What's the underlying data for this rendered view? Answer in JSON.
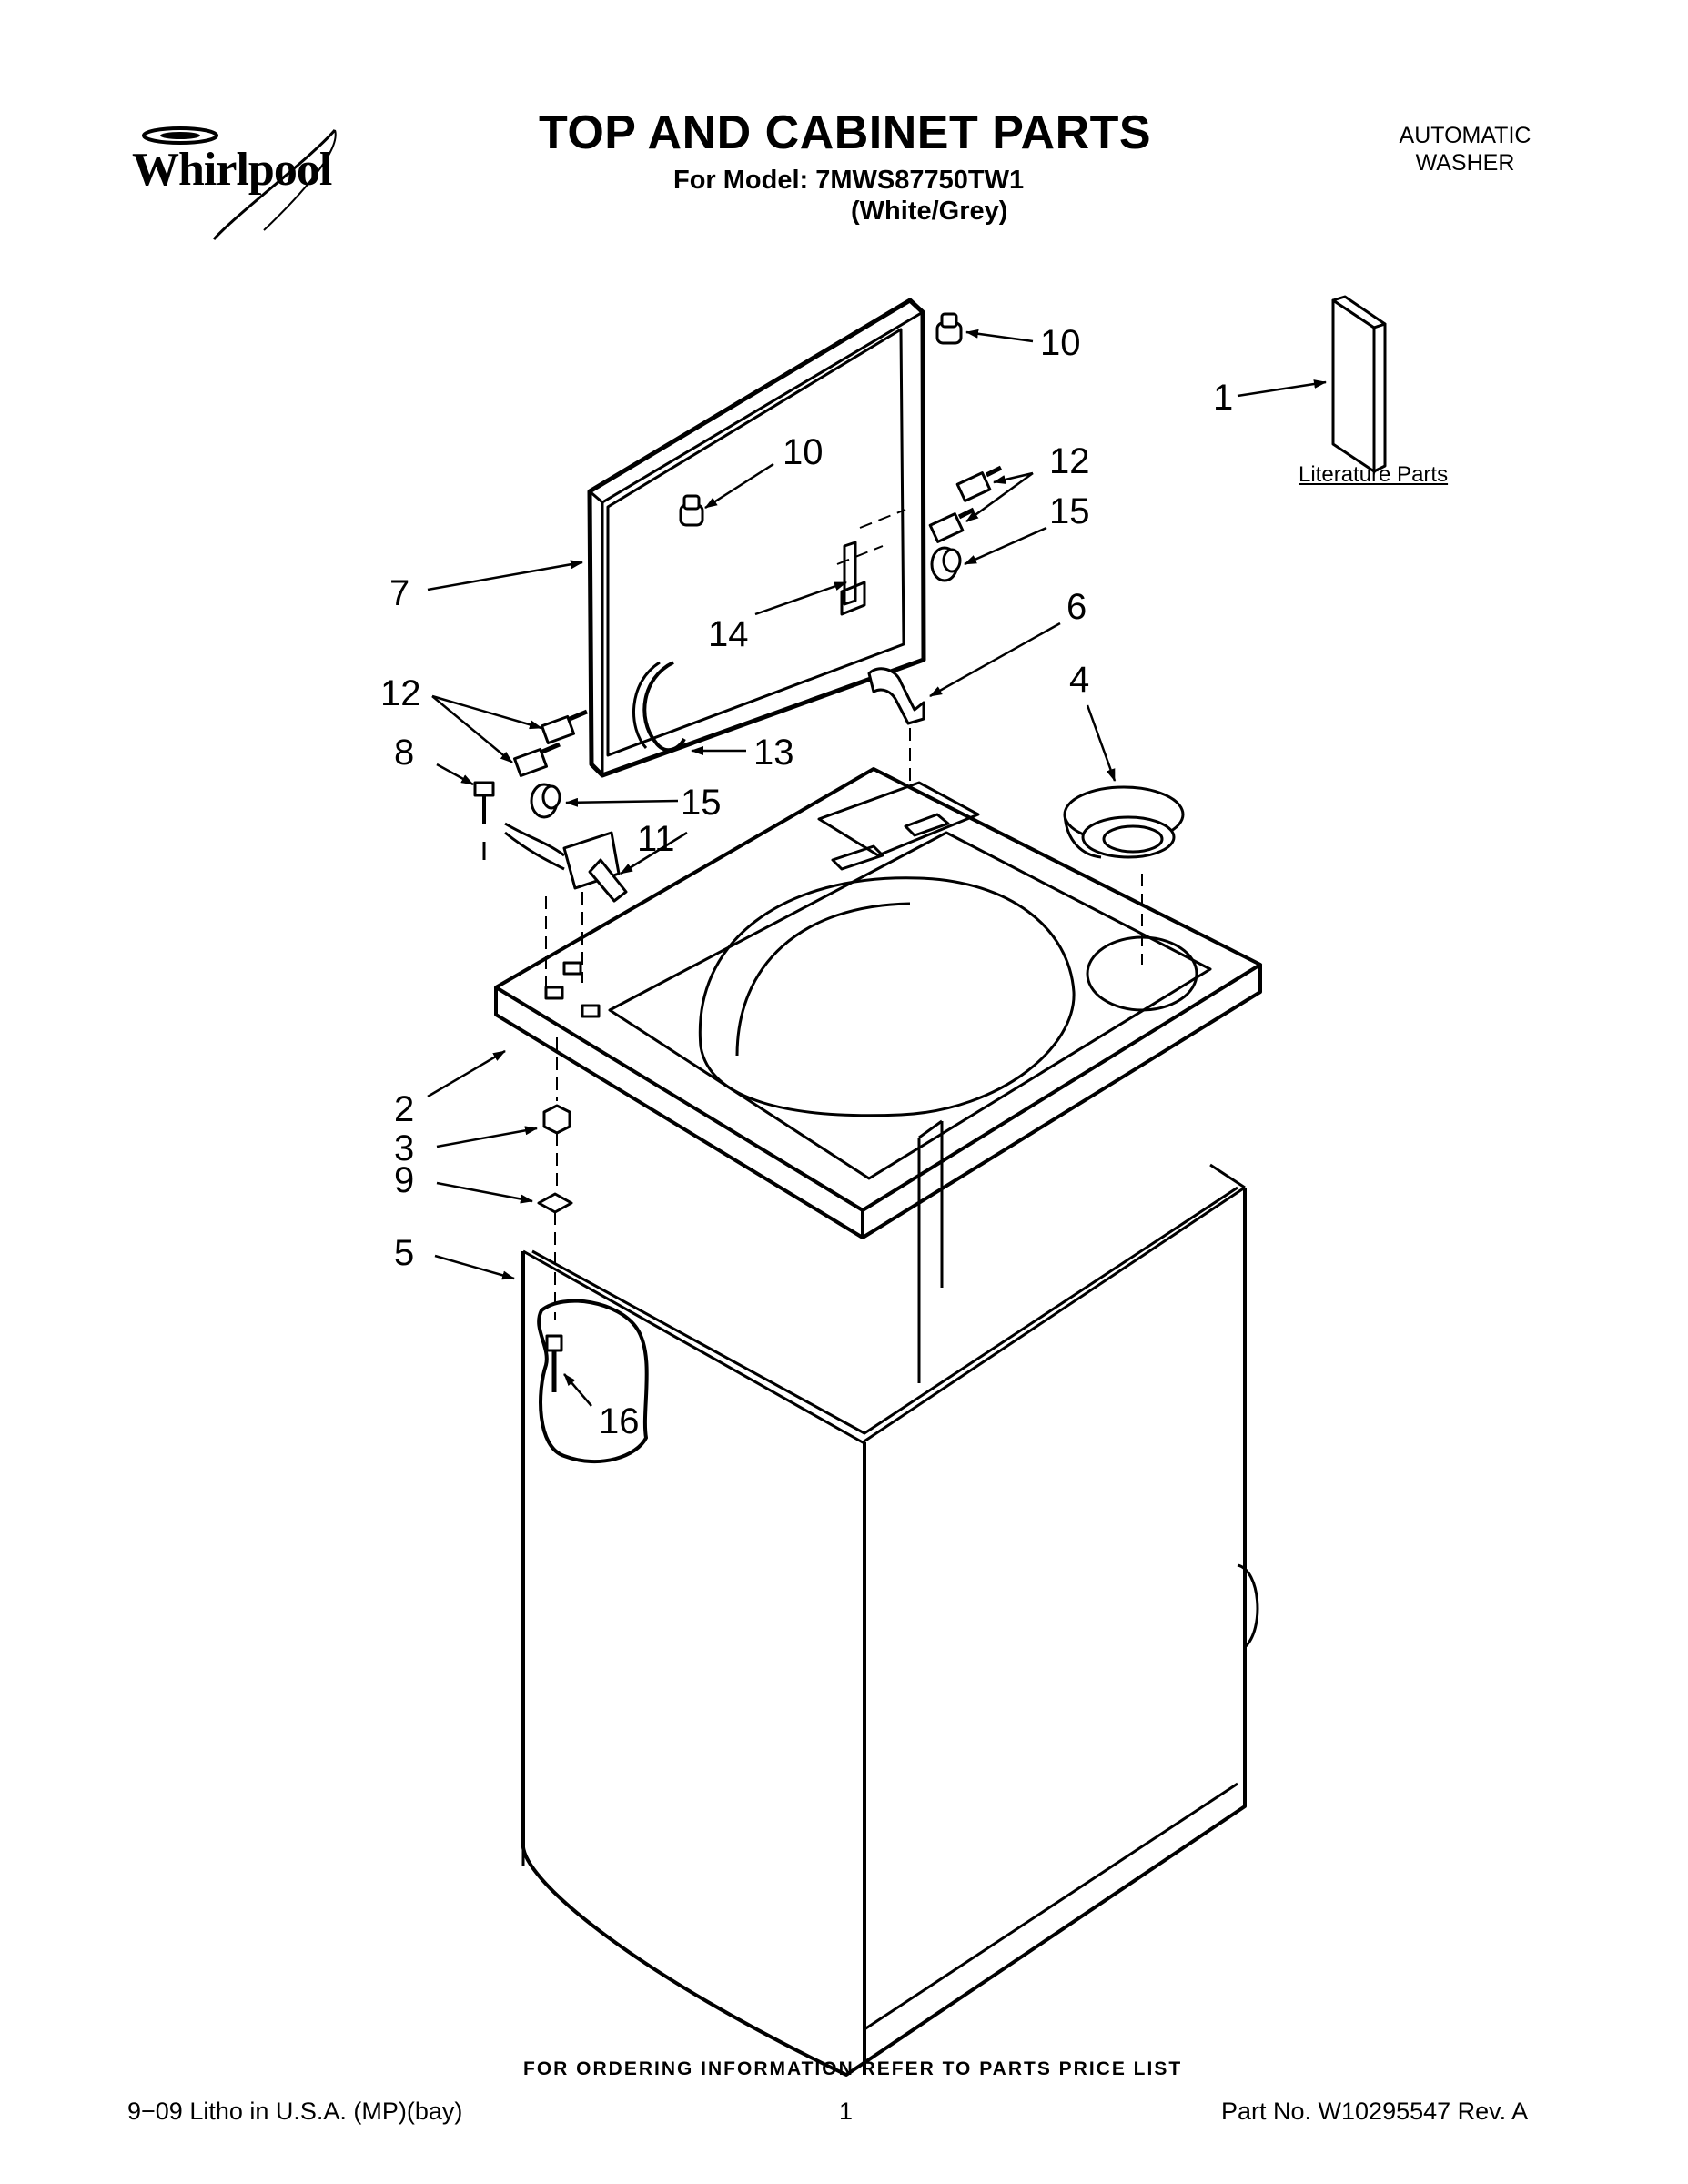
{
  "brand": {
    "name": "Whirlpool"
  },
  "header": {
    "title": "TOP AND CABINET PARTS",
    "model_line": "For Model: 7MWS87750TW1",
    "color_line": "(White/Grey)",
    "category_line1": "AUTOMATIC",
    "category_line2": "WASHER"
  },
  "diagram": {
    "literature_label": "Literature Parts",
    "callouts": [
      "1",
      "2",
      "3",
      "4",
      "5",
      "6",
      "7",
      "8",
      "9",
      "10",
      "10",
      "11",
      "12",
      "12",
      "13",
      "14",
      "15",
      "15",
      "16"
    ]
  },
  "footer": {
    "ordering_note": "FOR ORDERING INFORMATION REFER TO PARTS PRICE LIST",
    "litho": "9−09 Litho in U.S.A. (MP)(bay)",
    "page_number": "1",
    "part_number": "Part No. W10295547 Rev. A"
  }
}
